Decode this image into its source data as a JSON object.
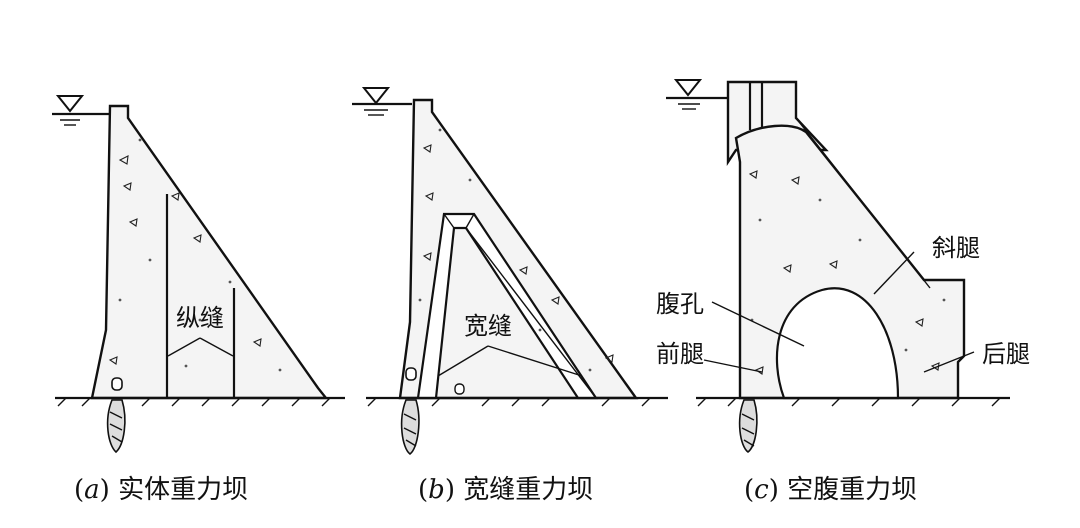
{
  "panels": [
    {
      "id": "a",
      "caption_letter": "a",
      "caption_text": "实体重力坝",
      "annotations": [
        "纵缝"
      ]
    },
    {
      "id": "b",
      "caption_letter": "b",
      "caption_text": "宽缝重力坝",
      "annotations": [
        "宽缝"
      ]
    },
    {
      "id": "c",
      "caption_letter": "c",
      "caption_text": "空腹重力坝",
      "annotations": [
        "斜腿",
        "腹孔",
        "前腿",
        "后腿"
      ]
    }
  ],
  "colors": {
    "line": "#111111",
    "fill": "#f4f4f4",
    "background": "#ffffff"
  }
}
